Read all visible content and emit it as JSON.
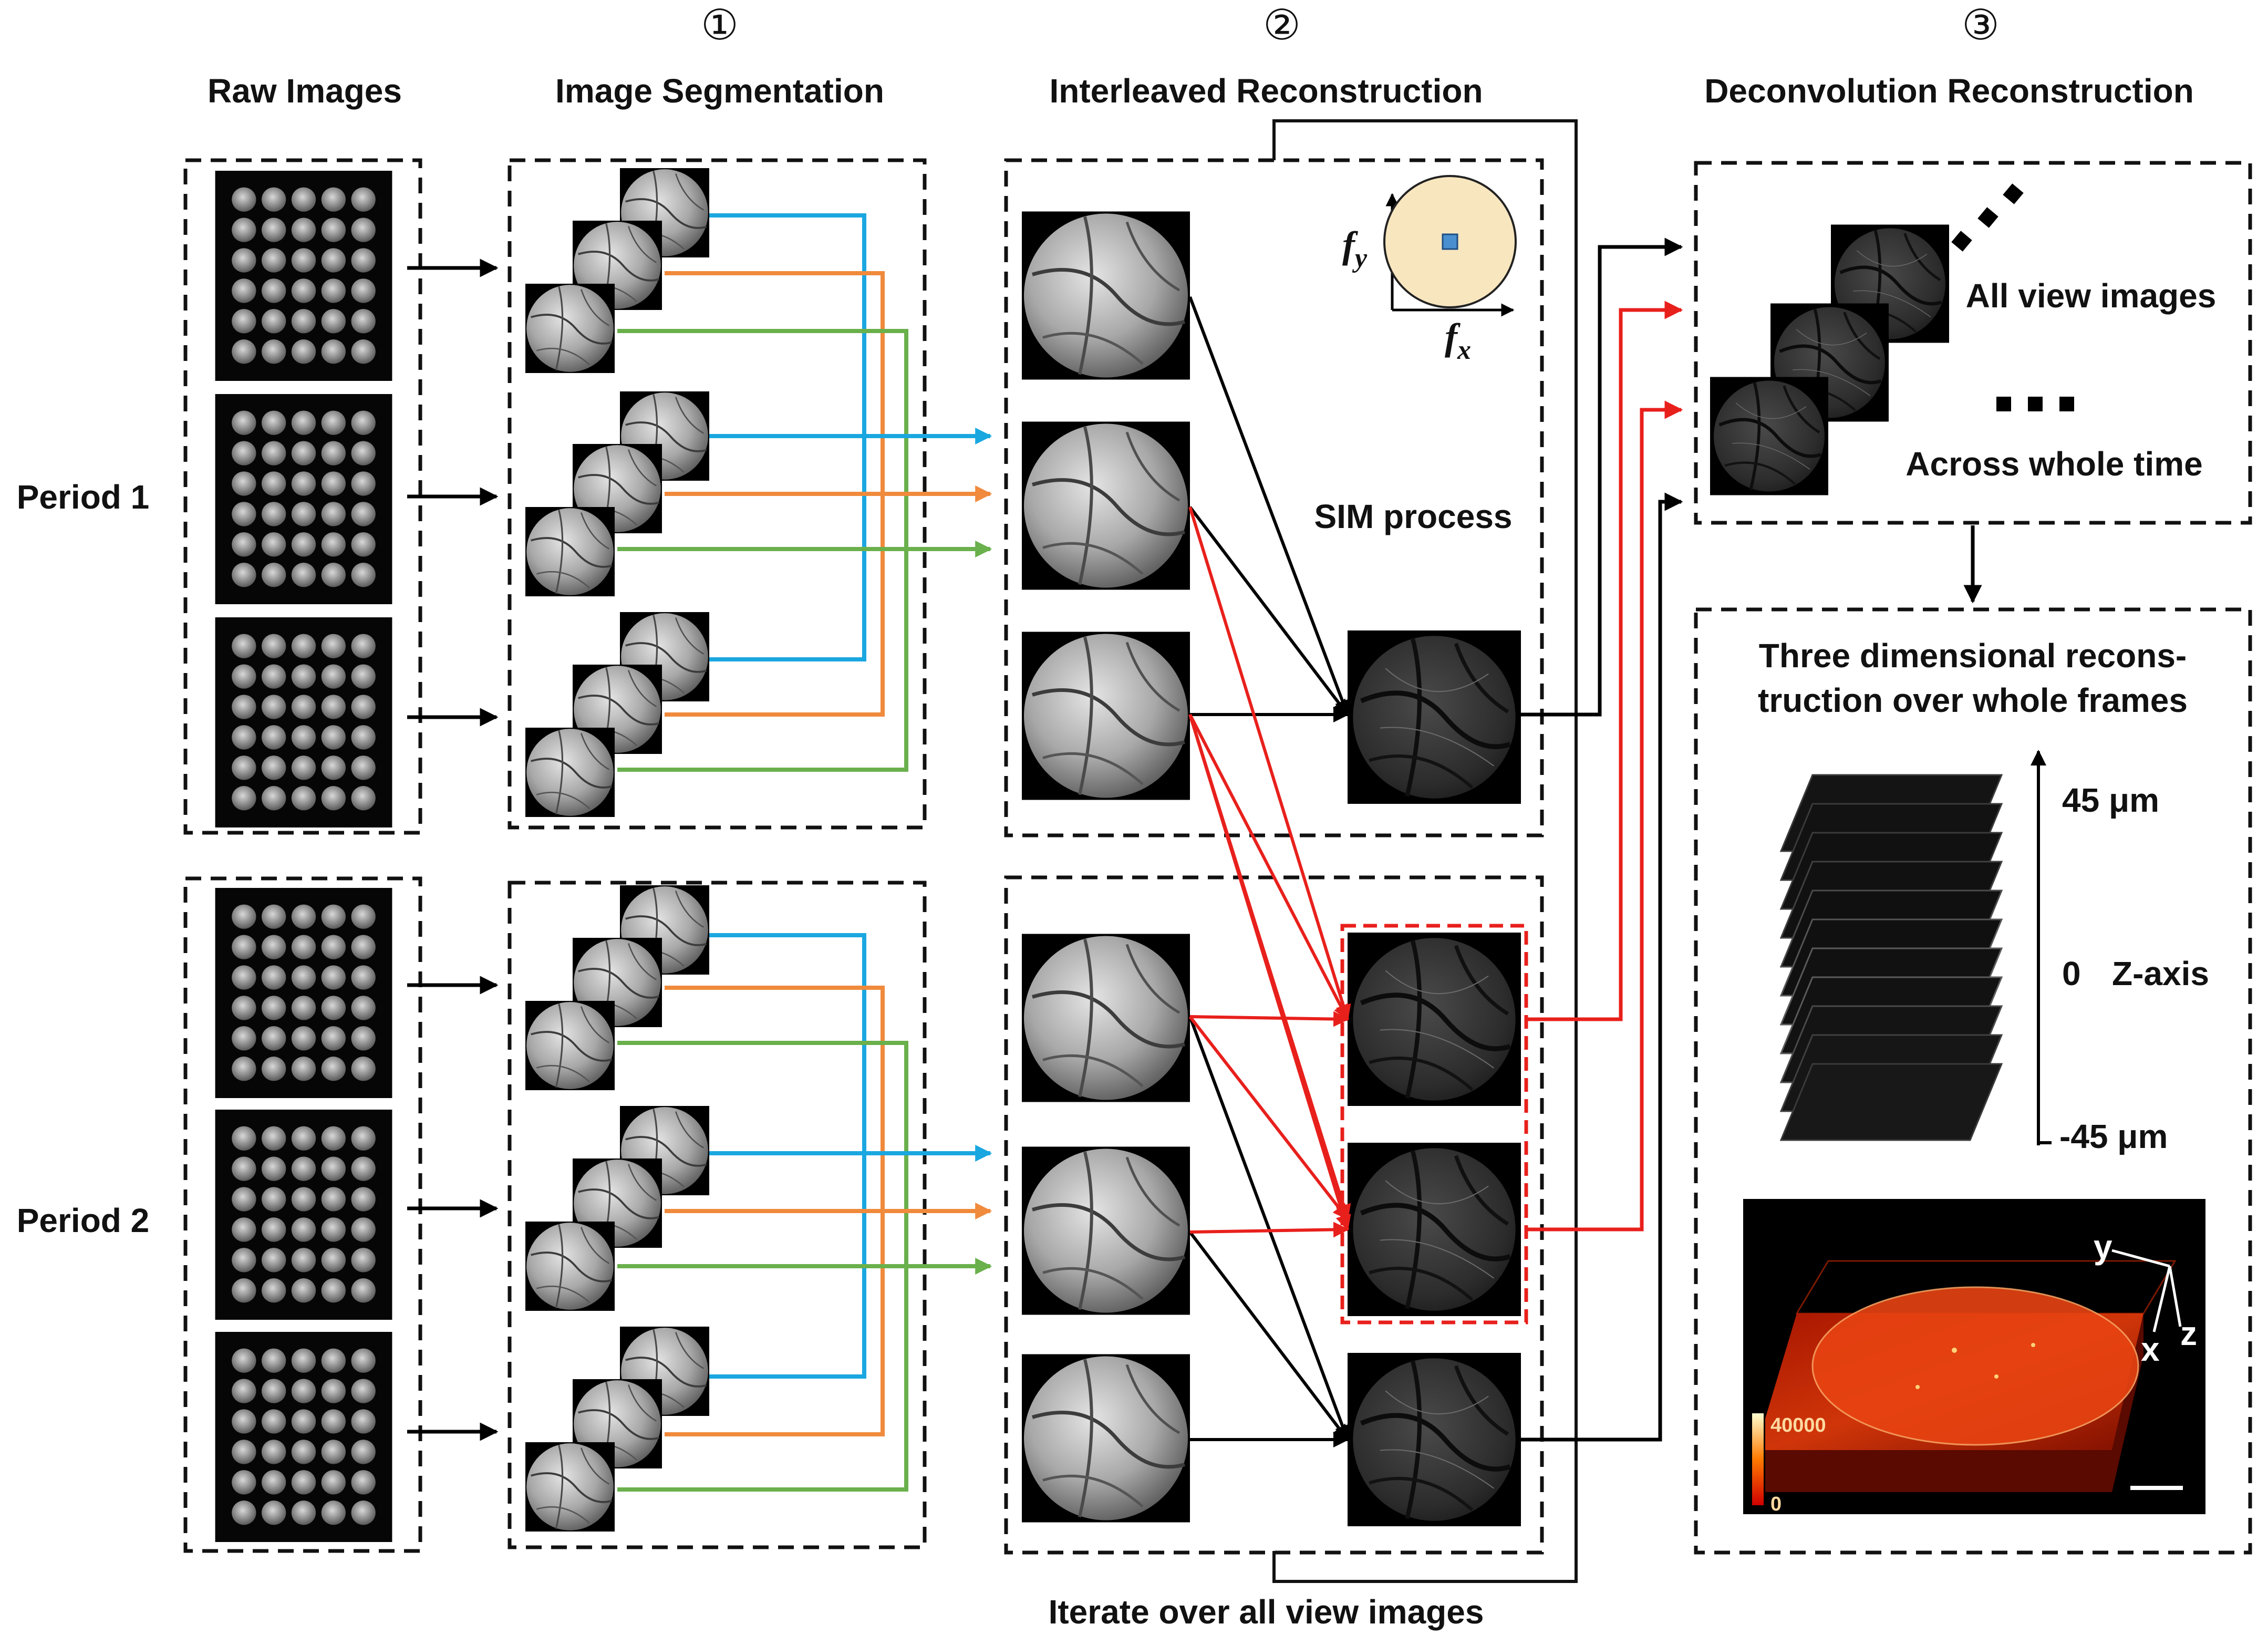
{
  "steps": {
    "step1": {
      "marker": "①",
      "title": "Image Segmentation"
    },
    "step2": {
      "marker": "②",
      "title": "Interleaved Reconstruction"
    },
    "step3": {
      "marker": "③",
      "title": "Deconvolution Reconstruction"
    }
  },
  "raw_images_title": "Raw Images",
  "periods": [
    "Period 1",
    "Period 2"
  ],
  "sim_process_label": "SIM process",
  "frequency_axes": {
    "y_label": "f",
    "y_sub": "y",
    "x_label": "f",
    "x_sub": "x"
  },
  "deconvolution": {
    "all_view_images": "All view images",
    "across_whole_time": "Across whole time"
  },
  "three_d": {
    "title_line1": "Three dimensional recons-",
    "title_line2": "truction over whole frames",
    "z_top": "45 μm",
    "z_mid": "0",
    "z_axis_label": "Z-axis",
    "z_bottom": "-45 μm",
    "volume_axes": {
      "y": "y",
      "x": "x",
      "z": "z"
    },
    "colorbar_max": "40000",
    "colorbar_min": "0"
  },
  "iterate_label": "Iterate over all view images",
  "colors": {
    "cyan_path": "#1aa7e0",
    "orange_path": "#f08a3c",
    "green_path": "#6ab04c",
    "red_path": "#e8201c",
    "pupil_fill": "#f8e6bf",
    "pupil_marker": "#4a90d0",
    "volume_red": "#d42a00"
  }
}
